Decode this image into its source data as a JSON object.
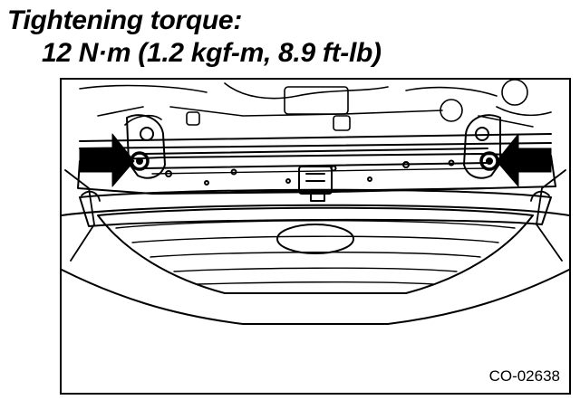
{
  "heading": {
    "title": "Tightening torque:",
    "value": "12 N·m (1.2 kgf-m, 8.9 ft-lb)"
  },
  "figure": {
    "code": "CO-02638",
    "arrow_icons": [
      "arrow-right-icon",
      "arrow-left-icon"
    ]
  }
}
